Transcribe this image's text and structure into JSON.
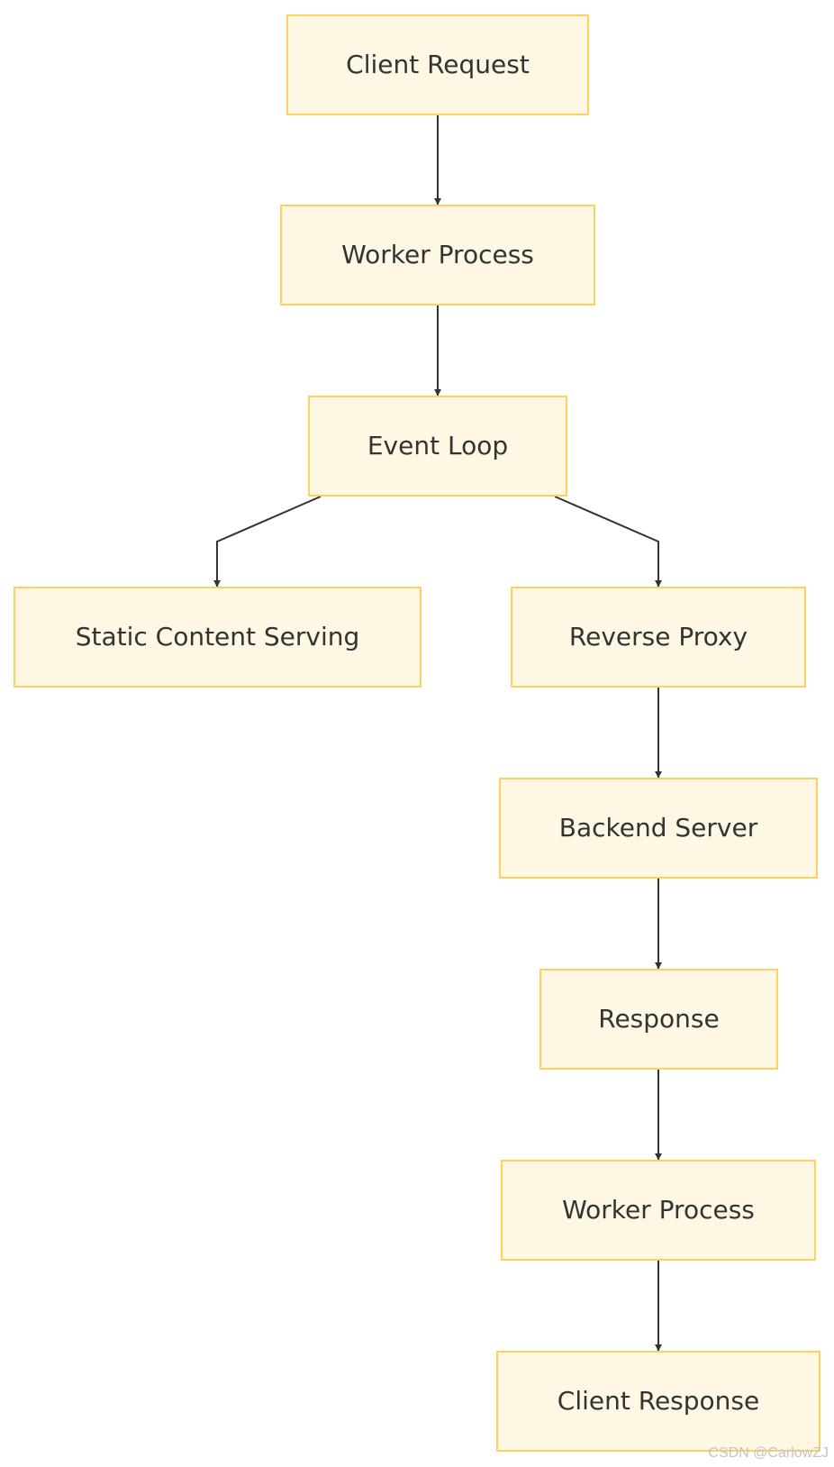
{
  "nodes": [
    {
      "id": "client_request",
      "label": "Client Request"
    },
    {
      "id": "worker_process_1",
      "label": "Worker Process"
    },
    {
      "id": "event_loop",
      "label": "Event Loop"
    },
    {
      "id": "static_content",
      "label": "Static Content Serving"
    },
    {
      "id": "reverse_proxy",
      "label": "Reverse Proxy"
    },
    {
      "id": "backend_server",
      "label": "Backend Server"
    },
    {
      "id": "response",
      "label": "Response"
    },
    {
      "id": "worker_process_2",
      "label": "Worker Process"
    },
    {
      "id": "client_response",
      "label": "Client Response"
    }
  ],
  "edges": [
    {
      "from": "client_request",
      "to": "worker_process_1"
    },
    {
      "from": "worker_process_1",
      "to": "event_loop"
    },
    {
      "from": "event_loop",
      "to": "static_content"
    },
    {
      "from": "event_loop",
      "to": "reverse_proxy"
    },
    {
      "from": "reverse_proxy",
      "to": "backend_server"
    },
    {
      "from": "backend_server",
      "to": "response"
    },
    {
      "from": "response",
      "to": "worker_process_2"
    },
    {
      "from": "worker_process_2",
      "to": "client_response"
    }
  ],
  "watermark": "CSDN @CarlowZJ",
  "colors": {
    "node_fill": "#fef7e3",
    "node_border": "#fcd25c",
    "edge": "#333333",
    "text": "#333333"
  }
}
